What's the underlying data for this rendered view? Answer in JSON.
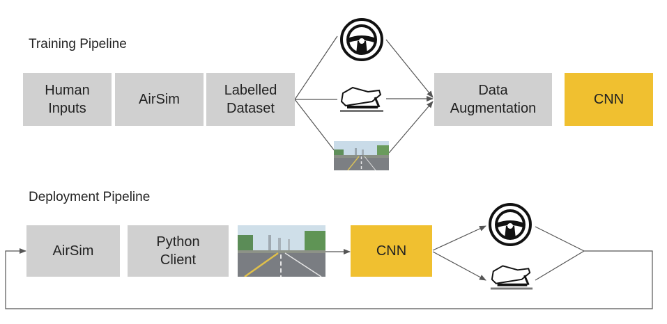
{
  "training": {
    "title": "Training Pipeline",
    "human_inputs": "Human\nInputs",
    "airsim": "AirSim",
    "labelled_dataset": "Labelled\nDataset",
    "data_augmentation": "Data\nAugmentation",
    "cnn": "CNN"
  },
  "deployment": {
    "title": "Deployment Pipeline",
    "airsim": "AirSim",
    "python_client": "Python\nClient",
    "cnn": "CNN"
  },
  "icons": {
    "steering": "steering-wheel-icon",
    "pedal": "pedal-icon",
    "road_image": "road-image"
  },
  "colors": {
    "gray_box": "#d0d0d0",
    "yellow_box": "#f0c030",
    "line": "#555555"
  }
}
